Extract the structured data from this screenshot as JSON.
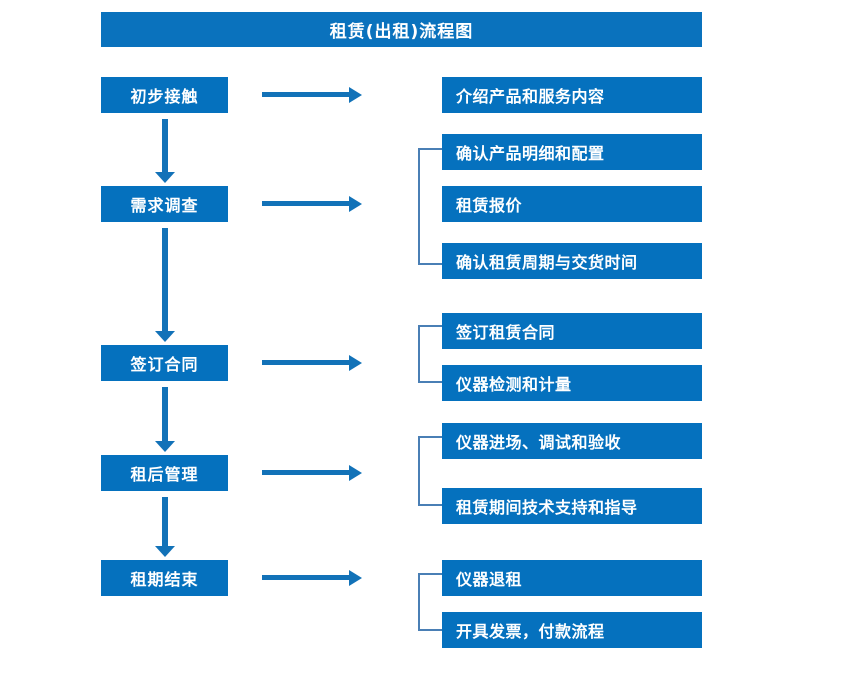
{
  "diagram": {
    "title": "租赁(出租)流程图",
    "colors": {
      "banner": "#0a72bd",
      "box": "#0571be",
      "arrow": "#1272b8",
      "bracket": "#4a7fb5",
      "text": "#ffffff",
      "background": "#ffffff"
    },
    "stages": [
      {
        "id": "stage-1",
        "label": "初步接触"
      },
      {
        "id": "stage-2",
        "label": "需求调查"
      },
      {
        "id": "stage-3",
        "label": "签订合同"
      },
      {
        "id": "stage-4",
        "label": "租后管理"
      },
      {
        "id": "stage-5",
        "label": "租期结束"
      }
    ],
    "details": [
      {
        "id": "detail-1-1",
        "label": "介绍产品和服务内容"
      },
      {
        "id": "detail-2-1",
        "label": "确认产品明细和配置"
      },
      {
        "id": "detail-2-2",
        "label": "租赁报价"
      },
      {
        "id": "detail-2-3",
        "label": "确认租赁周期与交货时间"
      },
      {
        "id": "detail-3-1",
        "label": "签订租赁合同"
      },
      {
        "id": "detail-3-2",
        "label": "仪器检测和计量"
      },
      {
        "id": "detail-4-1",
        "label": "仪器进场、调试和验收"
      },
      {
        "id": "detail-4-2",
        "label": "租赁期间技术支持和指导"
      },
      {
        "id": "detail-5-1",
        "label": "仪器退租"
      },
      {
        "id": "detail-5-2",
        "label": "开具发票，付款流程"
      }
    ]
  }
}
